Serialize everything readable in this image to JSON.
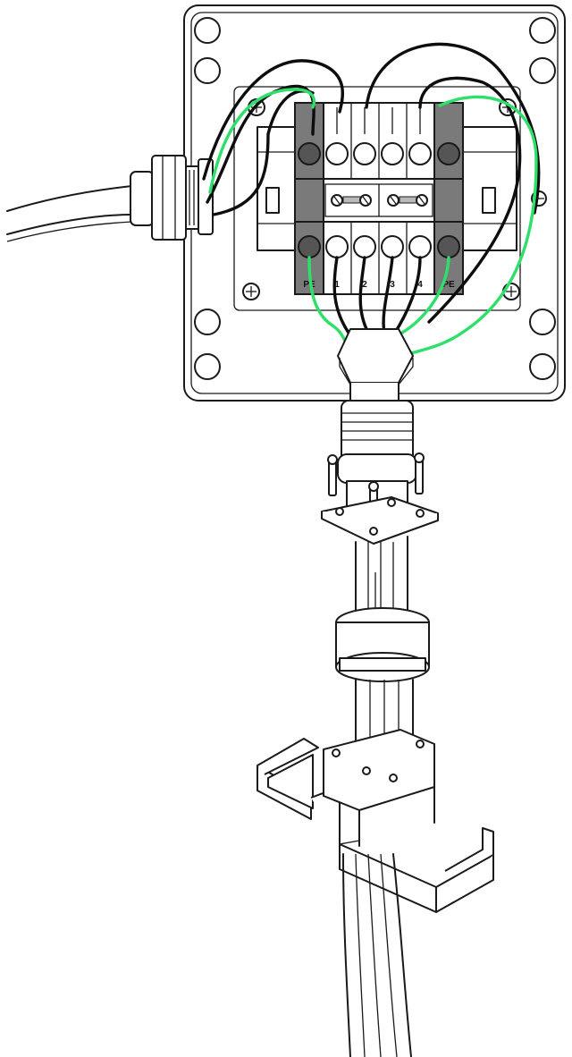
{
  "terminal_labels": [
    "PE",
    "1",
    "2",
    "3",
    "4",
    "PE"
  ],
  "colors": {
    "line": "#1a1a1a",
    "earth_wire": "#2ee06a",
    "terminal_dark": "#7a7a7a",
    "terminal_light": "#ffffff"
  }
}
